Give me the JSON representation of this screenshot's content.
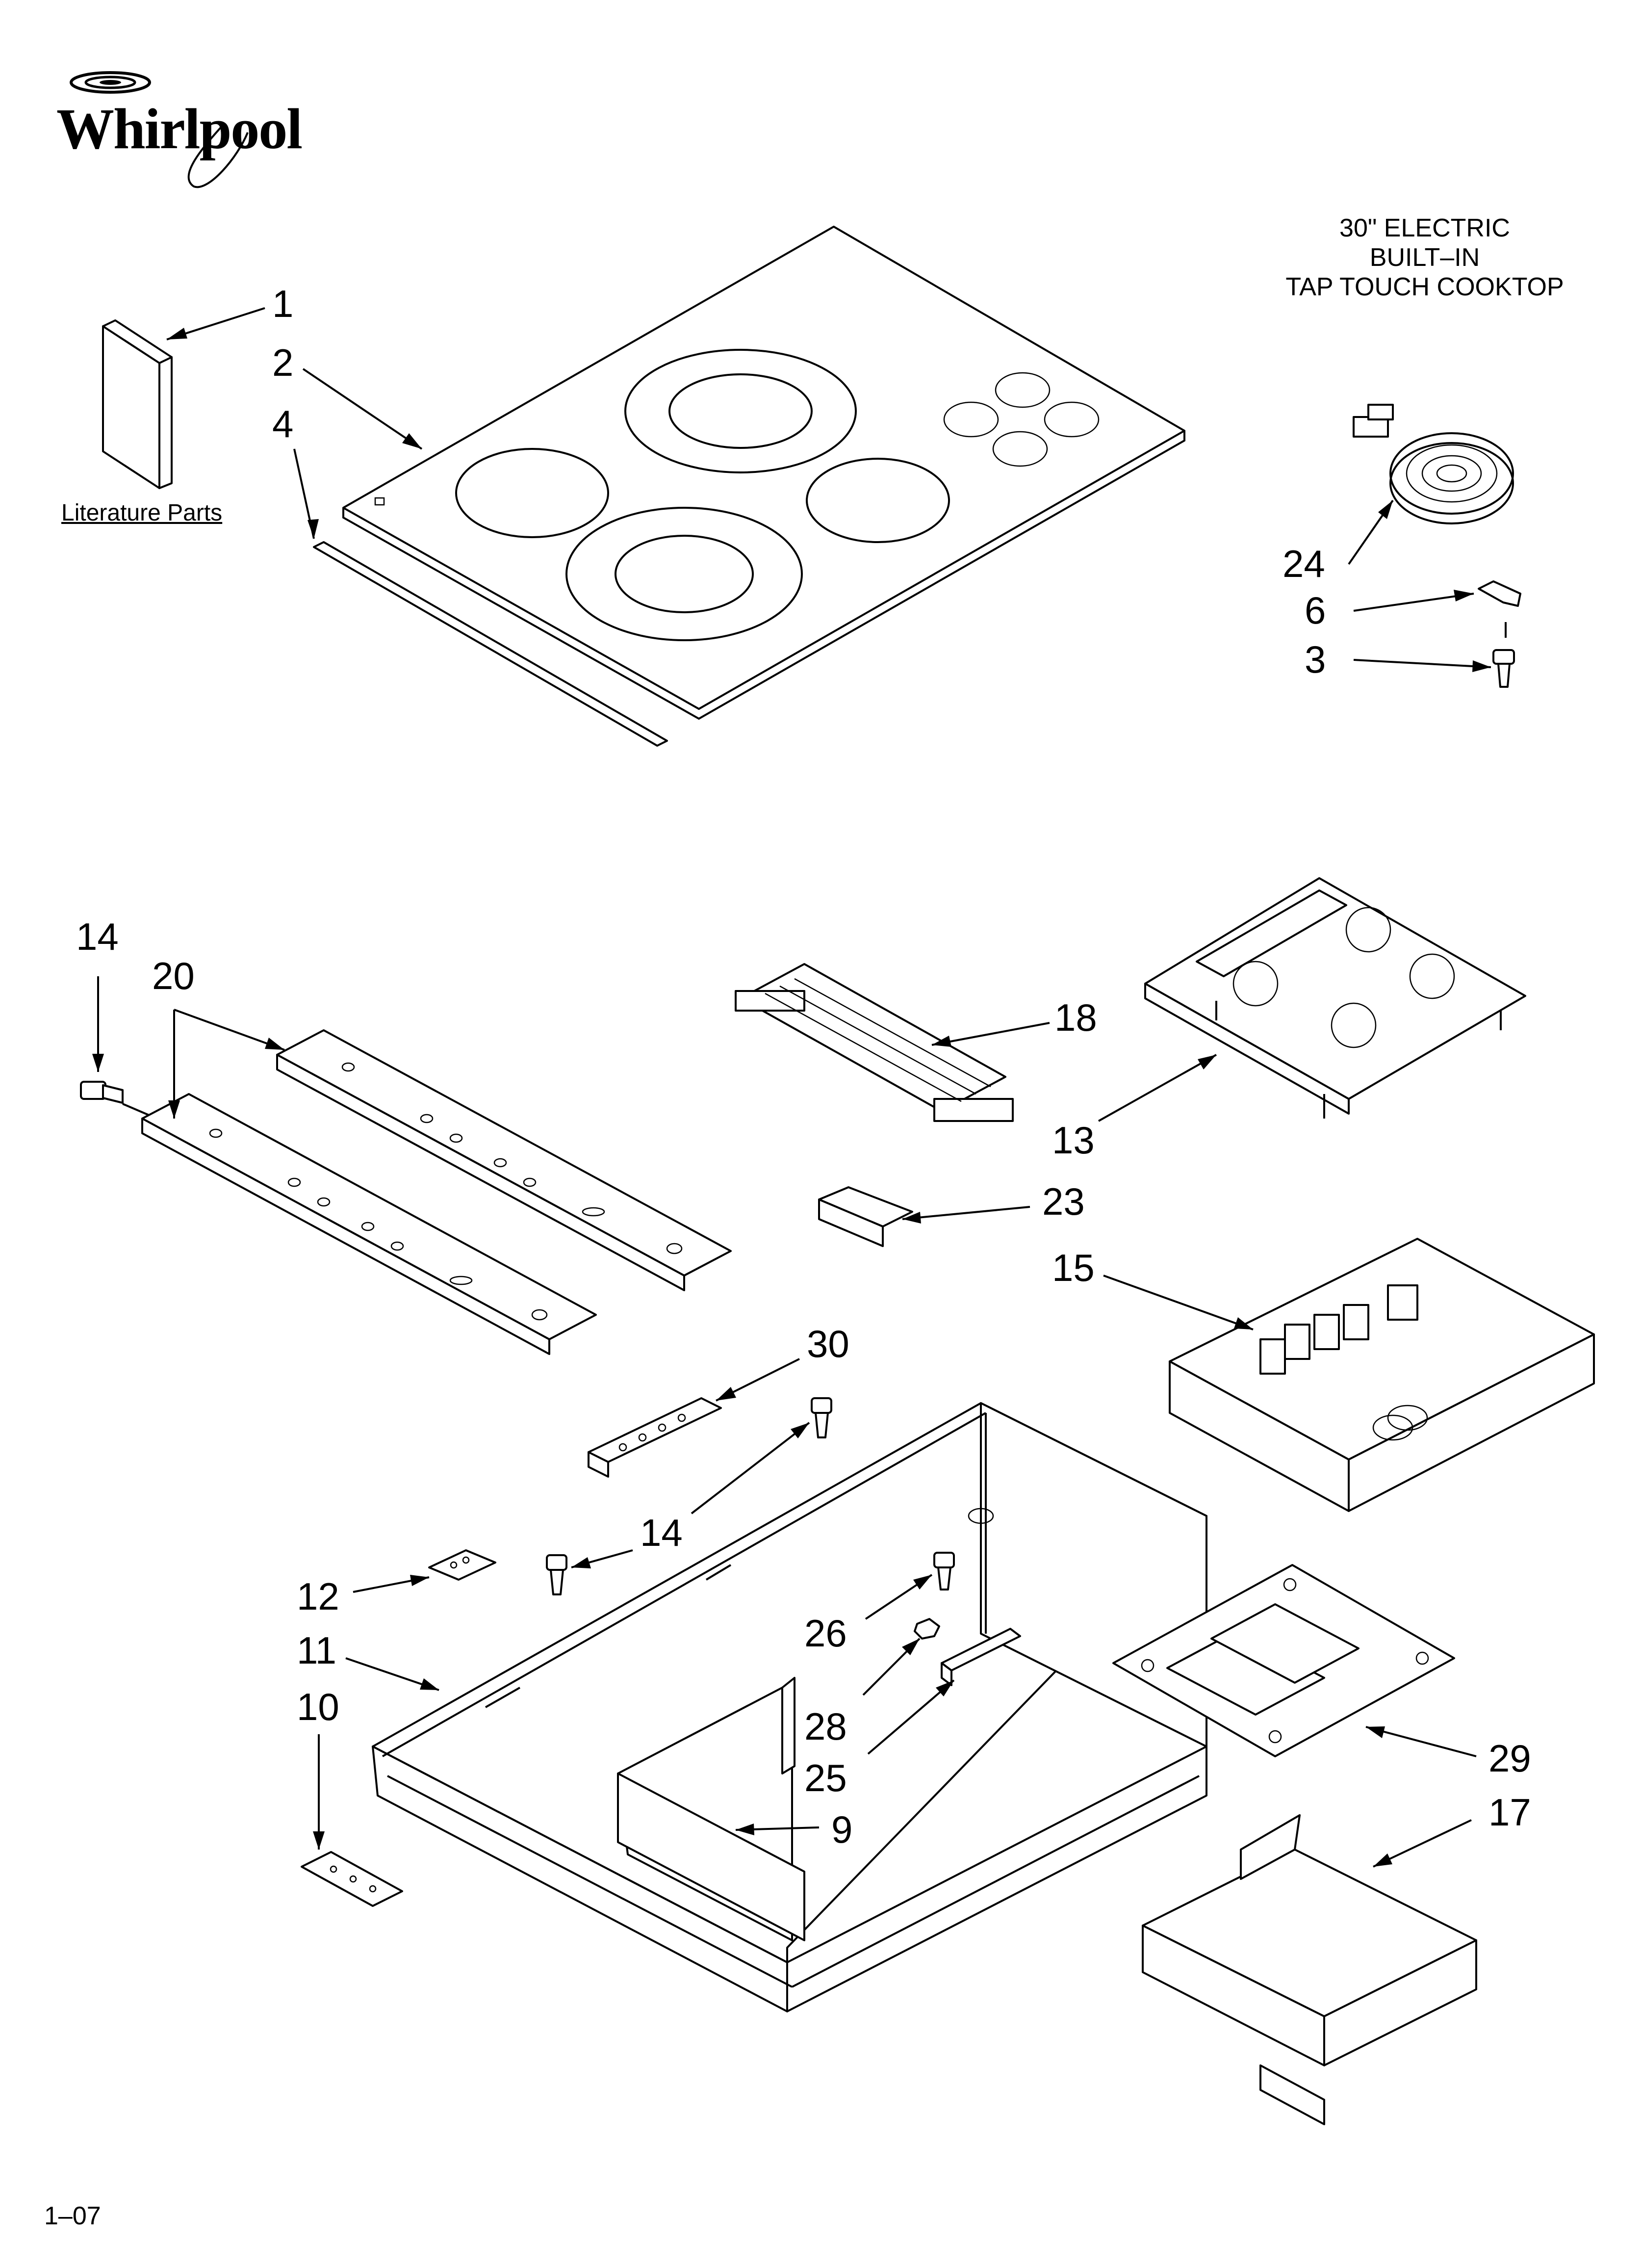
{
  "brand": "Whirlpool",
  "title_lines": [
    "30\" ELECTRIC",
    "BUILT–IN",
    "TAP TOUCH COOKTOP"
  ],
  "literature_label": "Literature Parts",
  "footer_code": "1–07",
  "callouts": [
    "1",
    "2",
    "4",
    "24",
    "6",
    "3",
    "14",
    "20",
    "18",
    "13",
    "23",
    "15",
    "30",
    "14",
    "12",
    "26",
    "11",
    "28",
    "10",
    "25",
    "9",
    "29",
    "17"
  ]
}
